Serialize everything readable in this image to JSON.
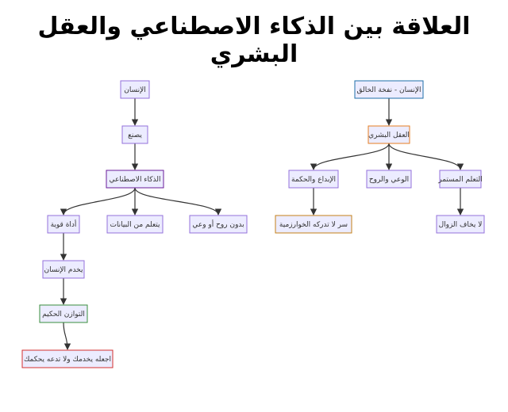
{
  "title": "العلاقة بين الذكاء الاصطناعي والعقل البشري",
  "colors": {
    "default_fill": "#ECECFF",
    "default_stroke": "#9370DB",
    "edge": "#333333",
    "blue": "#1F6FA8",
    "orange": "#E67E22",
    "purple": "#6A1B9A",
    "green": "#388E3C",
    "red": "#D32F2F",
    "gold": "#C47F17"
  },
  "nodes": [
    {
      "id": "insan_left",
      "label": "الإنسان",
      "style": "default"
    },
    {
      "id": "yasna",
      "label": "يصنع",
      "style": "default"
    },
    {
      "id": "ai",
      "label": "الذكاء الاصطناعي",
      "style": "purple"
    },
    {
      "id": "tool",
      "label": "أداة قوية",
      "style": "default"
    },
    {
      "id": "learn_data",
      "label": "يتعلم من البيانات",
      "style": "default"
    },
    {
      "id": "no_soul",
      "label": "بدون روح أو وعي",
      "style": "default"
    },
    {
      "id": "serve",
      "label": "يخدم الإنسان",
      "style": "default"
    },
    {
      "id": "balance",
      "label": "التوازن الحكيم",
      "style": "green"
    },
    {
      "id": "advice",
      "label": "اجعله يخدمك ولا تدعه يحكمك",
      "style": "red"
    },
    {
      "id": "creator",
      "label": "الإنسان - نفخة الخالق",
      "style": "blue"
    },
    {
      "id": "mind",
      "label": "العقل البشري",
      "style": "orange"
    },
    {
      "id": "creativity",
      "label": "الإبداع والحكمة",
      "style": "default"
    },
    {
      "id": "conscious",
      "label": "الوعي والروح",
      "style": "default"
    },
    {
      "id": "continuous",
      "label": "التعلم المستمر",
      "style": "default"
    },
    {
      "id": "secret",
      "label": "سر لا تدركه الخوارزمية",
      "style": "gold"
    },
    {
      "id": "no_fear",
      "label": "لا يخاف الزوال",
      "style": "default"
    }
  ],
  "edges": [
    {
      "from": "insan_left",
      "to": "yasna"
    },
    {
      "from": "yasna",
      "to": "ai"
    },
    {
      "from": "ai",
      "to": "tool"
    },
    {
      "from": "ai",
      "to": "learn_data"
    },
    {
      "from": "ai",
      "to": "no_soul"
    },
    {
      "from": "tool",
      "to": "serve"
    },
    {
      "from": "serve",
      "to": "balance"
    },
    {
      "from": "balance",
      "to": "advice"
    },
    {
      "from": "creator",
      "to": "mind"
    },
    {
      "from": "mind",
      "to": "creativity"
    },
    {
      "from": "mind",
      "to": "conscious"
    },
    {
      "from": "mind",
      "to": "continuous"
    },
    {
      "from": "creativity",
      "to": "secret"
    },
    {
      "from": "continuous",
      "to": "no_fear"
    }
  ]
}
